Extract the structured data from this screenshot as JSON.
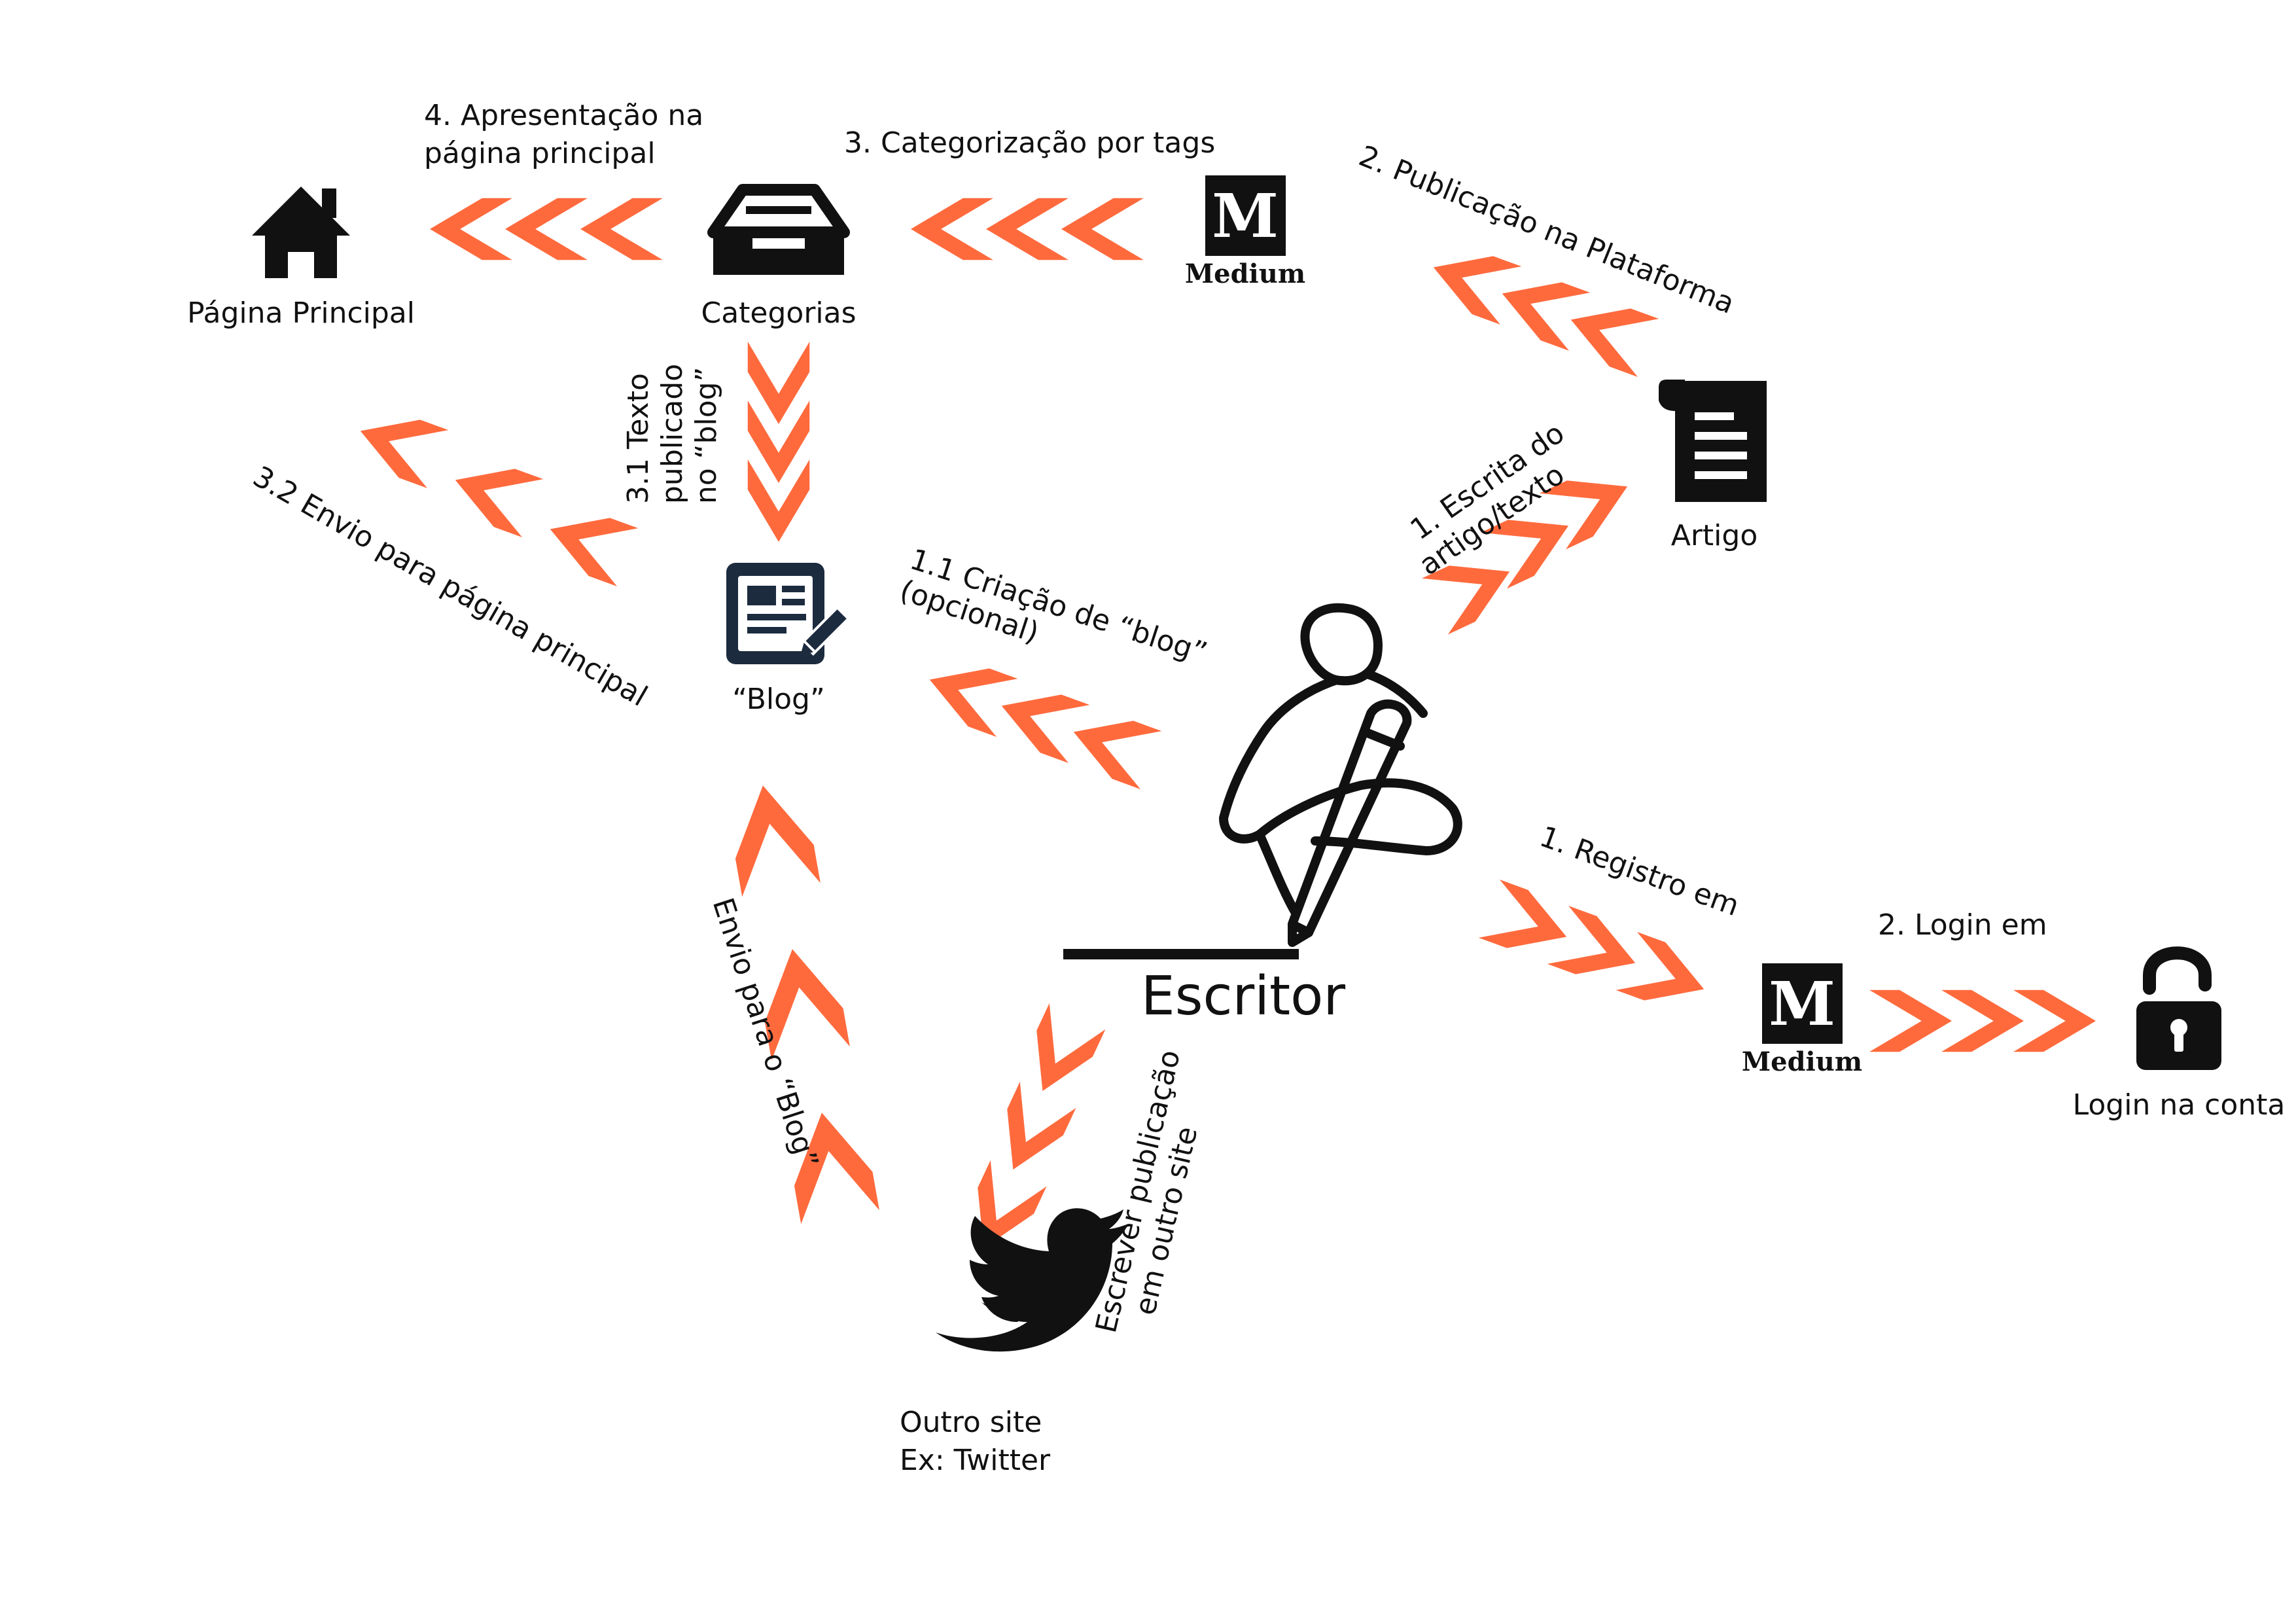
{
  "nodes": {
    "home": "Página Principal",
    "categorias": "Categorias",
    "blog": "“Blog”",
    "artigo": "Artigo",
    "escritor": "Escritor",
    "login": "Login na conta",
    "outro_line1": "Outro site",
    "outro_line2": "Ex: Twitter",
    "medium_brand": "Medium",
    "medium_letter": "M"
  },
  "steps": {
    "apresentacao_1": "4. Apresentação na",
    "apresentacao_2": "página principal",
    "categorizacao": "3. Categorização por tags",
    "publicacao": "2. Publicação na Plataforma",
    "texto_1": "3.1 Texto",
    "texto_2": "publicado",
    "texto_3": "no “blog”",
    "envio_principal": "3.2 Envio para página principal",
    "criacao_1": "1.1 Criação de “blog”",
    "criacao_2": "(opcional)",
    "escrita_1": "1. Escrita do",
    "escrita_2": "artigo/texto",
    "registro": "1. Registro em",
    "login": "2. Login em",
    "envio_blog": "Envio para o “Blog”",
    "escrever_1": "Escrever publicação",
    "escrever_2": "em outro site"
  },
  "colors": {
    "accent": "#ff6a3d",
    "ink": "#111111",
    "blog_icon": "#1c2b3e"
  }
}
